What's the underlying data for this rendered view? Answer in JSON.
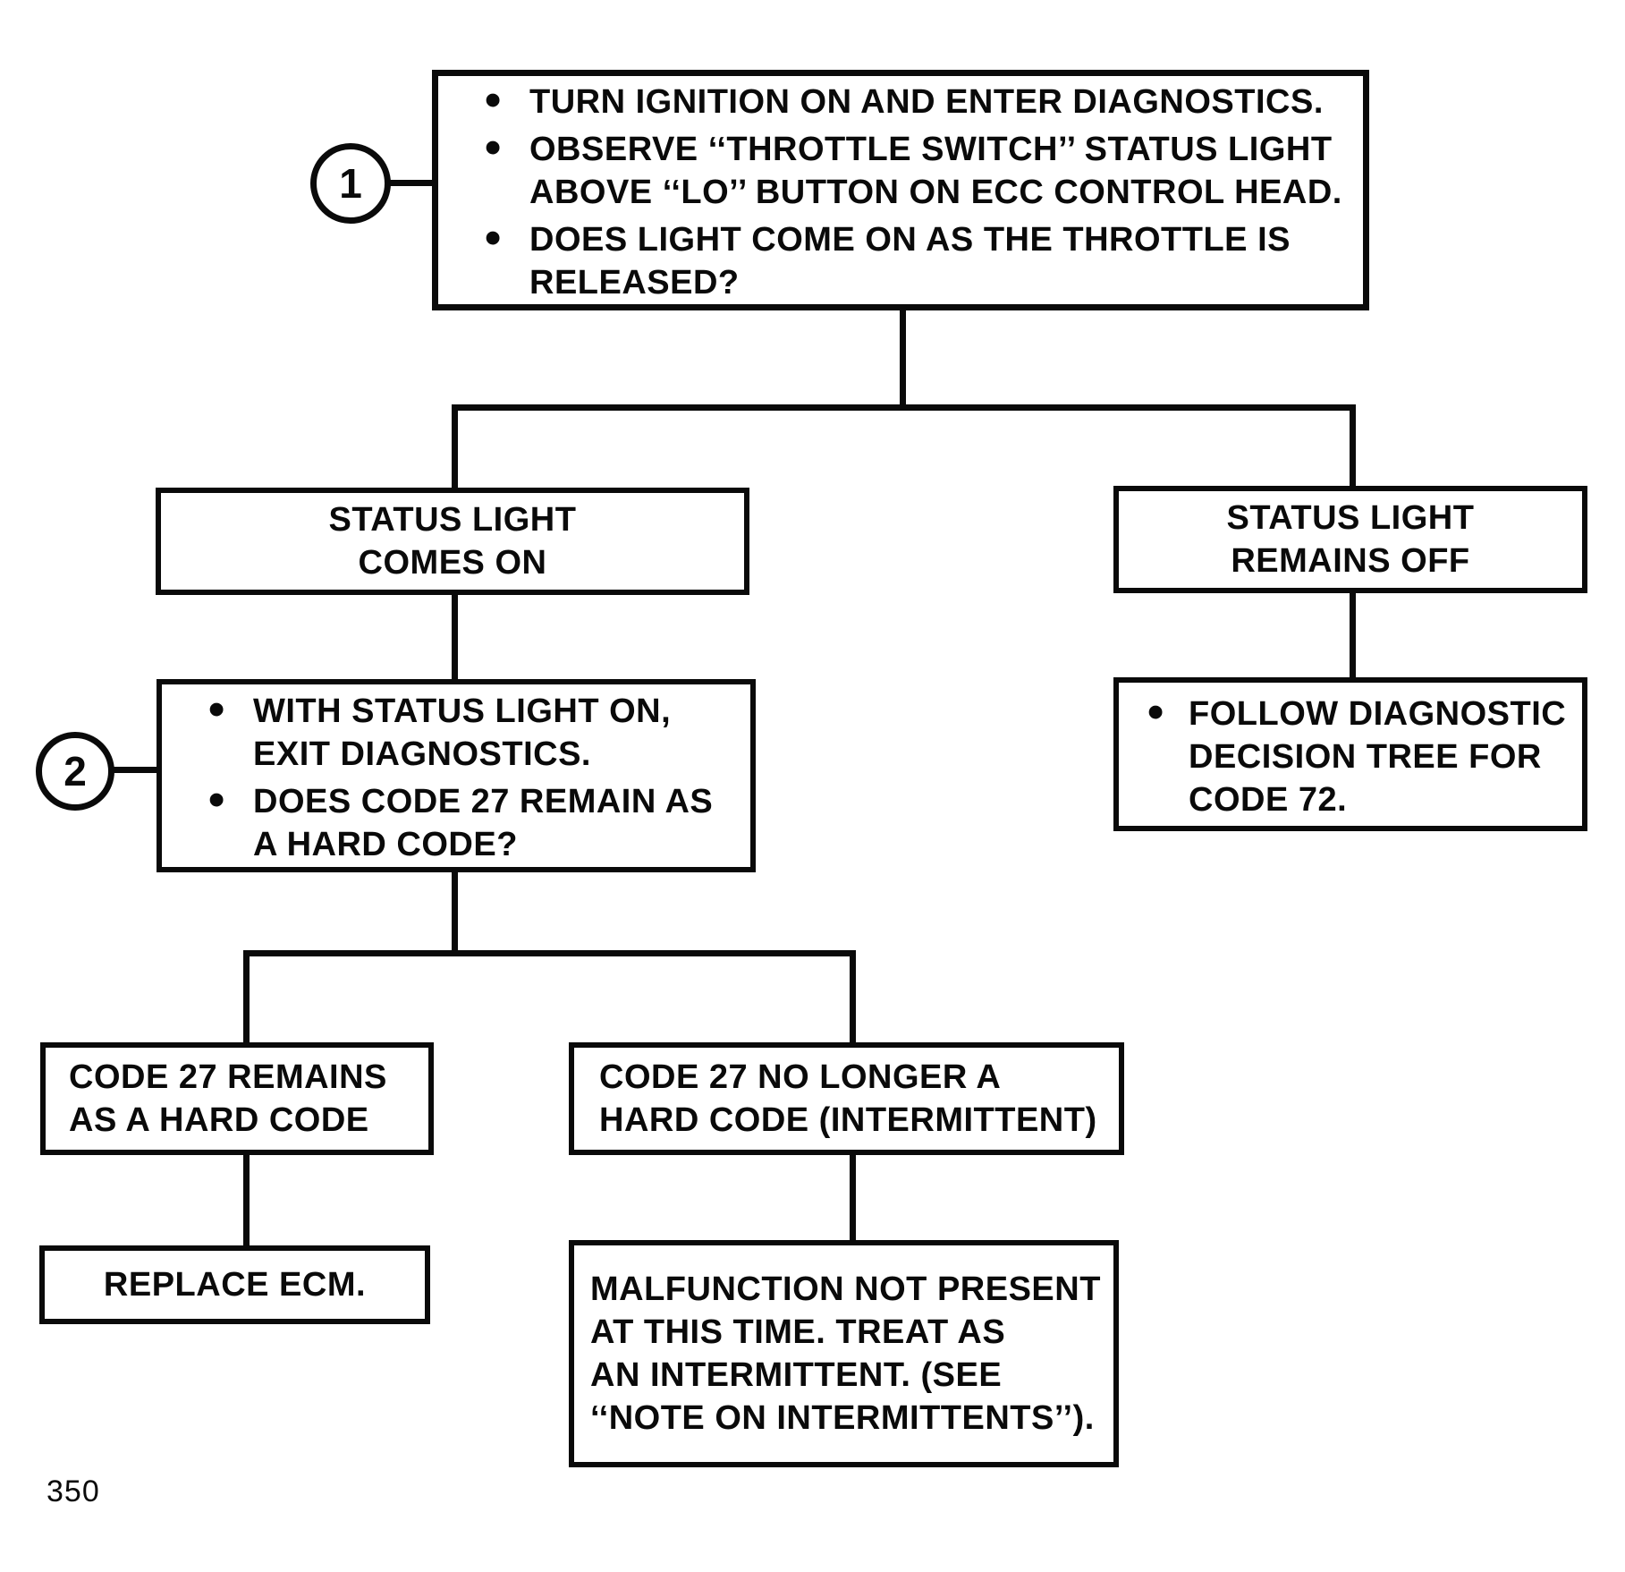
{
  "page_number": "350",
  "colors": {
    "ink": "#0a0a0a",
    "paper": "#ffffff"
  },
  "nodes": {
    "step1": {
      "marker": "1",
      "lines": [
        {
          "bullet": true,
          "text": "TURN IGNITION ON AND ENTER DIAGNOSTICS."
        },
        {
          "bullet": true,
          "text": "OBSERVE ‘‘THROTTLE SWITCH’’ STATUS LIGHT"
        },
        {
          "bullet": false,
          "text": "ABOVE ‘‘LO’’ BUTTON ON ECC CONTROL HEAD."
        },
        {
          "bullet": true,
          "text": "DOES LIGHT COME ON AS THE THROTTLE IS"
        },
        {
          "bullet": false,
          "text": "RELEASED?"
        }
      ]
    },
    "light_on": {
      "lines": [
        {
          "text": "STATUS LIGHT"
        },
        {
          "text": "COMES ON"
        }
      ]
    },
    "light_off": {
      "lines": [
        {
          "text": "STATUS LIGHT"
        },
        {
          "text": "REMAINS OFF"
        }
      ]
    },
    "step2": {
      "marker": "2",
      "lines": [
        {
          "bullet": true,
          "text": "WITH STATUS LIGHT ON,"
        },
        {
          "bullet": false,
          "text": "EXIT DIAGNOSTICS."
        },
        {
          "bullet": true,
          "text": "DOES CODE 27 REMAIN AS"
        },
        {
          "bullet": false,
          "text": "A HARD CODE?"
        }
      ]
    },
    "code72": {
      "lines": [
        {
          "bullet": true,
          "text": "FOLLOW DIAGNOSTIC"
        },
        {
          "bullet": false,
          "text": "DECISION TREE FOR"
        },
        {
          "bullet": false,
          "text": "CODE 72."
        }
      ]
    },
    "hard_code": {
      "lines": [
        {
          "text": "CODE 27 REMAINS"
        },
        {
          "text": "AS A HARD CODE"
        }
      ]
    },
    "intermittent": {
      "lines": [
        {
          "text": "CODE 27 NO LONGER A"
        },
        {
          "text": "HARD CODE (INTERMITTENT)"
        }
      ]
    },
    "replace_ecm": {
      "lines": [
        {
          "text": "REPLACE ECM."
        }
      ]
    },
    "malfunction": {
      "lines": [
        {
          "text": "MALFUNCTION NOT PRESENT"
        },
        {
          "text": "AT THIS TIME. TREAT AS"
        },
        {
          "text": "AN INTERMITTENT. (SEE"
        },
        {
          "text": "‘‘NOTE ON INTERMITTENTS’’)."
        }
      ]
    }
  },
  "edges": [
    {
      "from": "step1",
      "to": "light_on"
    },
    {
      "from": "step1",
      "to": "light_off"
    },
    {
      "from": "light_on",
      "to": "step2"
    },
    {
      "from": "light_off",
      "to": "code72"
    },
    {
      "from": "step2",
      "to": "hard_code"
    },
    {
      "from": "step2",
      "to": "intermittent"
    },
    {
      "from": "hard_code",
      "to": "replace_ecm"
    },
    {
      "from": "intermittent",
      "to": "malfunction"
    }
  ]
}
